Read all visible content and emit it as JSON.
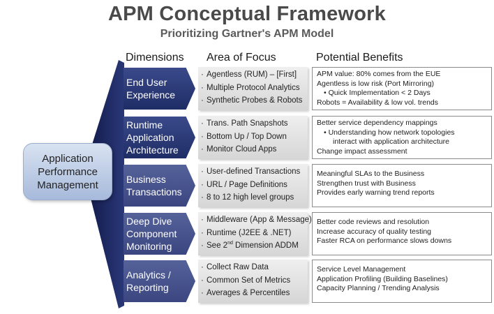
{
  "header": {
    "title": "APM Conceptual Framework",
    "subtitle": "Prioritizing Gartner's APM Model"
  },
  "columns": {
    "dimensions": "Dimensions",
    "focus": "Area of Focus",
    "benefits": "Potential Benefits"
  },
  "center": {
    "line1": "Application",
    "line2": "Performance",
    "line3": "Management"
  },
  "colors": {
    "dimension_fill": "#1f2d66",
    "focus_fill": "#e3e3e3",
    "center_fill": "#b9c8e3",
    "wedge_fill": "#1c2660"
  },
  "rows": [
    {
      "dimension": [
        "End User",
        "Experience"
      ],
      "focus": [
        "Agentless (RUM) – [First]",
        "Multiple Protocol Analytics",
        "Synthetic Probes & Robots"
      ],
      "benefits": [
        "APM value: 80% comes from the EUE",
        "Agentless is low risk (Port Mirroring)",
        "• Quick Implementation < 2 Days",
        "Robots = Availability & low vol. trends"
      ]
    },
    {
      "dimension": [
        "Runtime",
        "Application",
        "Architecture"
      ],
      "focus": [
        "Trans. Path Snapshots",
        "Bottom Up / Top Down",
        "Monitor Cloud Apps"
      ],
      "benefits": [
        "Better service dependency mappings",
        "• Understanding how network topologies",
        "interact with application architecture",
        "Change impact assessment"
      ]
    },
    {
      "dimension": [
        "Business",
        "Transactions"
      ],
      "focus": [
        "User-defined Transactions",
        "URL / Page Definitions",
        "8 to 12 high level groups"
      ],
      "benefits": [
        "Meaningful SLAs to the Business",
        "Strengthen trust with Business",
        "Provides early warning trend reports"
      ]
    },
    {
      "dimension": [
        "Deep Dive",
        "Component",
        "Monitoring"
      ],
      "focus": [
        "Middleware (App & Message)",
        "Runtime (J2EE & .NET)",
        "See 2",
        "nd",
        " Dimension ADDM"
      ],
      "benefits": [
        "Better code reviews and resolution",
        "Increase accuracy of quality testing",
        "Faster RCA on performance slows downs"
      ]
    },
    {
      "dimension": [
        "Analytics /",
        "Reporting"
      ],
      "focus": [
        "Collect Raw Data",
        "Common Set of Metrics",
        "Averages & Percentiles"
      ],
      "benefits": [
        "Service Level Management",
        "Application Profiling (Building Baselines)",
        "Capacity Planning / Trending Analysis"
      ]
    }
  ]
}
